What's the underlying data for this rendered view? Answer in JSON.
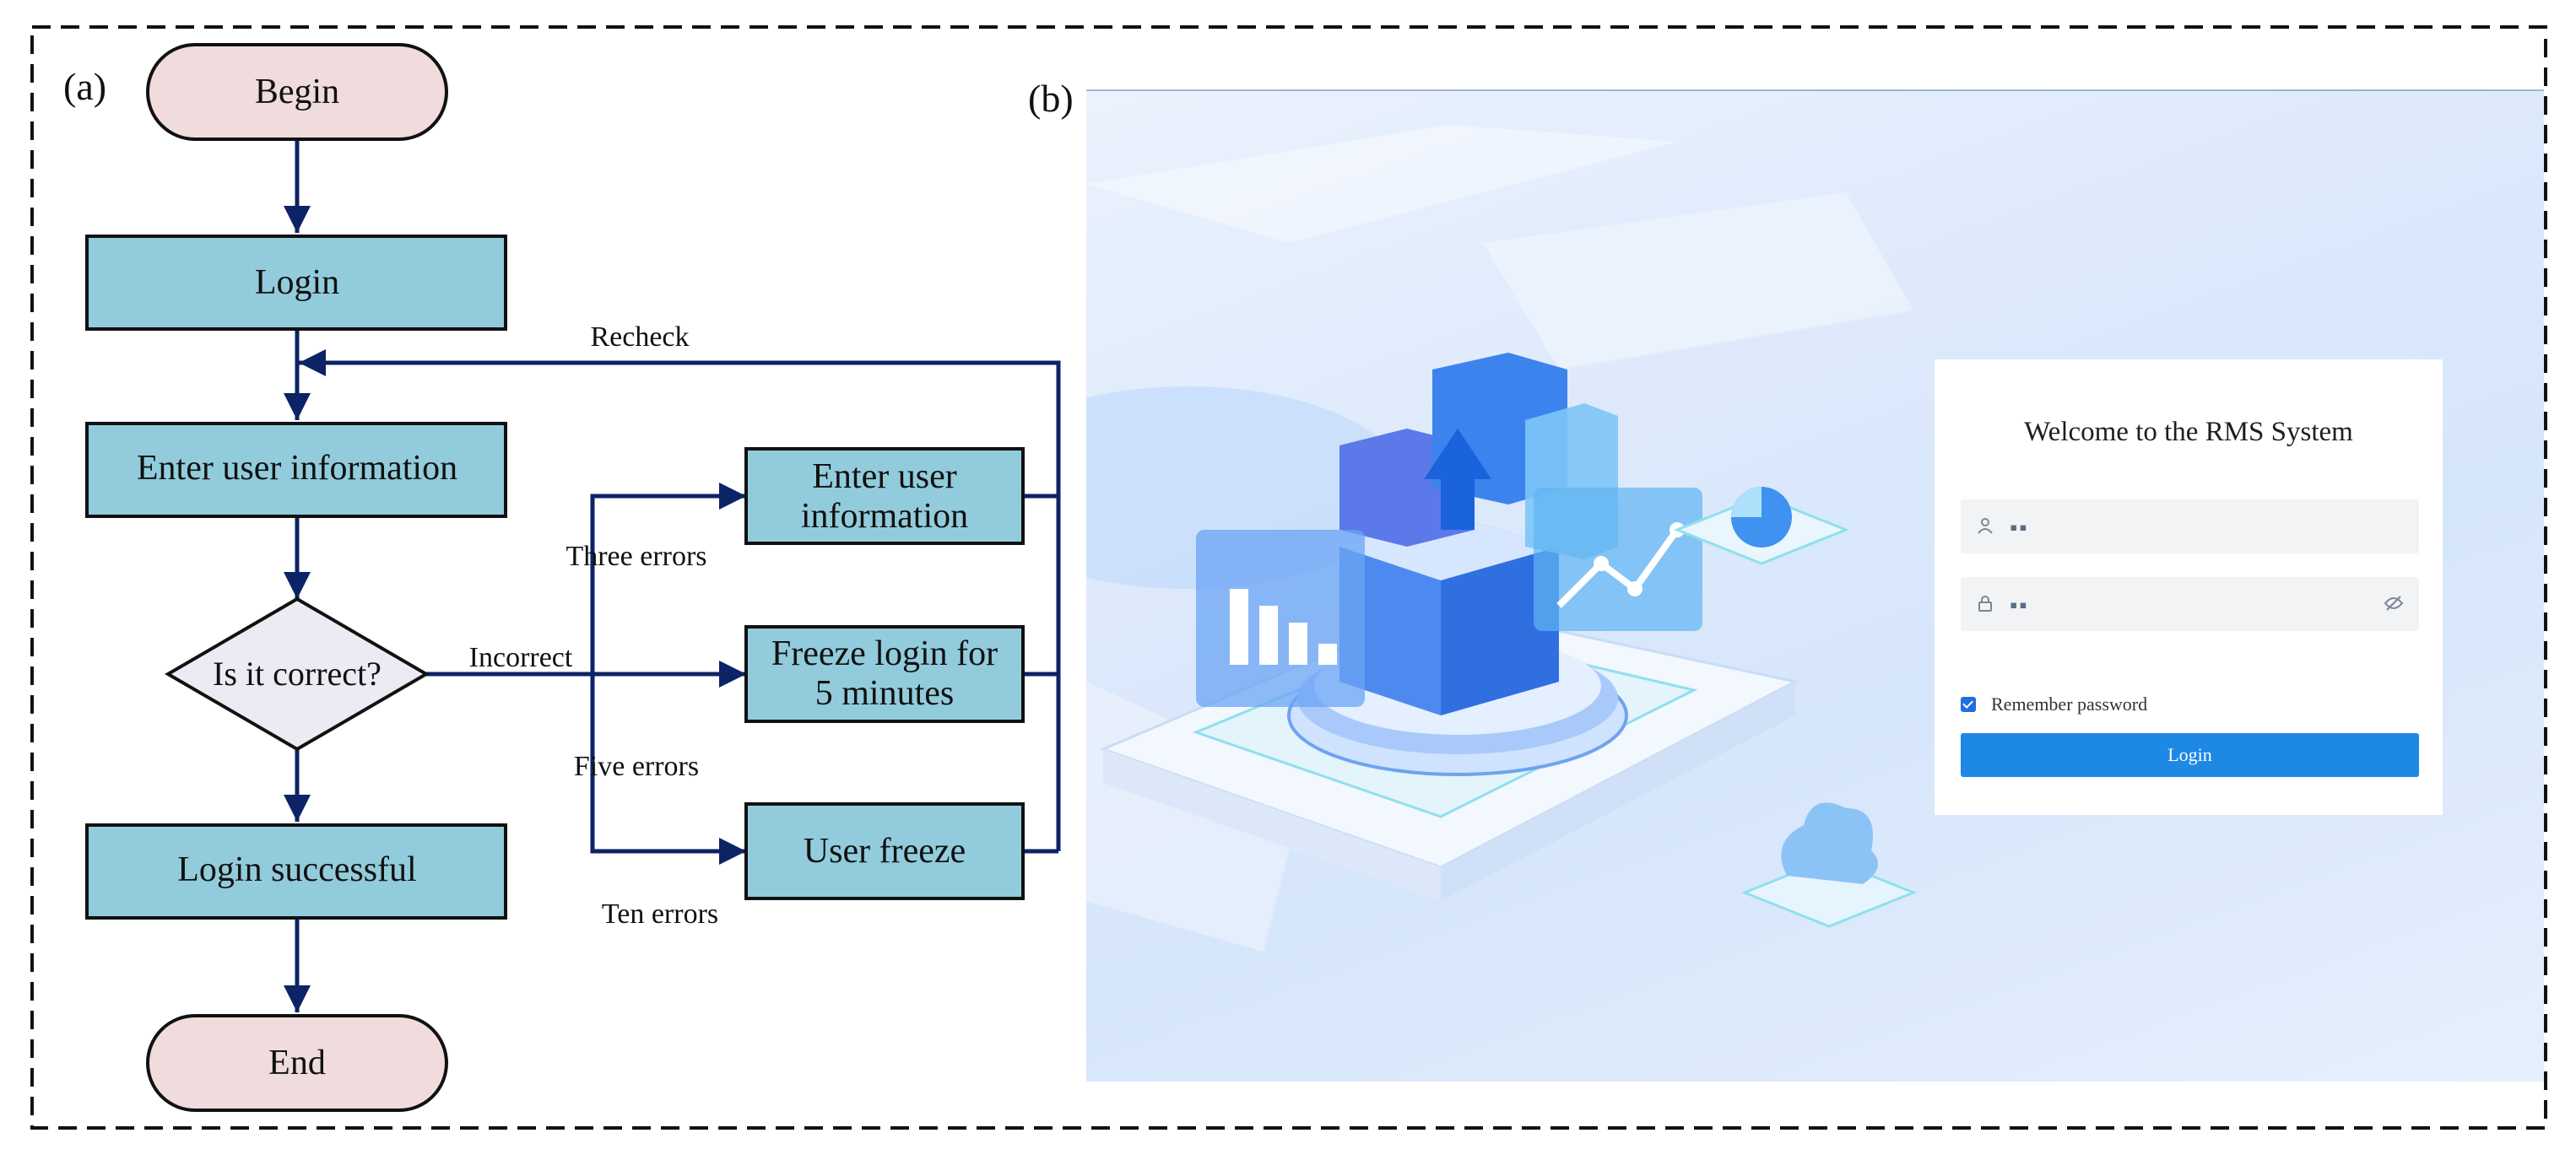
{
  "panels": {
    "a_label": "(a)",
    "b_label": "(b)"
  },
  "flowchart": {
    "begin": "Begin",
    "login": "Login",
    "enter_info": "Enter user information",
    "decision": "Is it correct?",
    "success": "Login successful",
    "end": "End",
    "incorrect": "Incorrect",
    "recheck": "Recheck",
    "three_errors": "Three errors",
    "five_errors": "Five errors",
    "ten_errors": "Ten errors",
    "box_enter_line1": "Enter user",
    "box_enter_line2": "information",
    "box_freeze_line1": "Freeze login for",
    "box_freeze_line2": "5 minutes",
    "box_user_freeze": "User freeze"
  },
  "login_screen": {
    "title": "Welcome to the RMS System",
    "username_value": "▪▪",
    "password_value": "▪▪",
    "remember_label": "Remember password",
    "login_button": "Login",
    "icons": [
      "user-icon",
      "lock-icon",
      "eye-off-icon",
      "checkbox-icon"
    ],
    "colors": {
      "button": "#1e88e5",
      "card": "#ffffff",
      "field": "#f2f3f5"
    }
  },
  "colors": {
    "terminal_fill": "#f0dcdc",
    "process_fill": "#92ccdc",
    "decision_fill": "#ecebf3",
    "arrow": "#0c2366"
  }
}
